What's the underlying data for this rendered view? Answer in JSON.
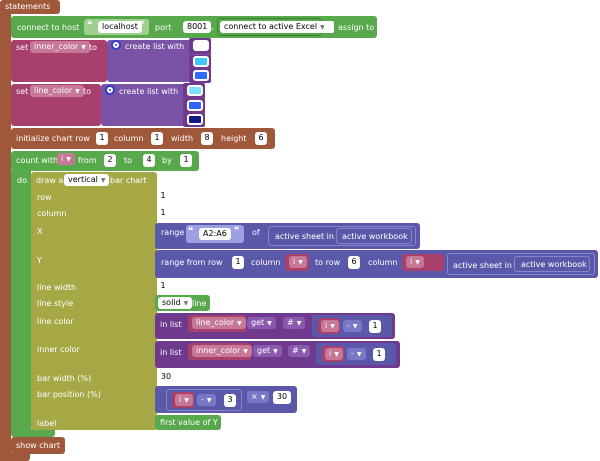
{
  "statements_label": "statements",
  "connect": {
    "label": "connect to host",
    "host_value": "localhost",
    "port_label": "port",
    "port_value": "8001",
    "comma": ",",
    "excel_option": "connect to active Excel",
    "assign_label": "assign to"
  },
  "set_inner": {
    "set_label": "set",
    "var": "inner_color",
    "to_label": "to",
    "create_list": "create list with",
    "colors": [
      "#ffffff",
      "#3fc8ff",
      "#2f6cff"
    ]
  },
  "set_line": {
    "set_label": "set",
    "var": "line_color",
    "to_label": "to",
    "create_list": "create list with",
    "colors": [
      "#7fdfff",
      "#2f62ff",
      "#101a86"
    ]
  },
  "init_chart": {
    "label": "initialize chart row",
    "row": "1",
    "column_label": "column",
    "column": "1",
    "width_label": "width",
    "width": "8",
    "height_label": "height",
    "height": "6"
  },
  "count": {
    "label": "count with",
    "var": "i",
    "from_label": "from",
    "from": "2",
    "to_label": "to",
    "to": "4",
    "by_label": "by",
    "by": "1",
    "do_label": "do"
  },
  "bar_chart": {
    "draw_label": "draw a",
    "orientation": "vertical",
    "bar_chart_label": "bar  chart",
    "row_label": "row",
    "row": "1",
    "column_label": "column",
    "column": "1",
    "x_label": "X",
    "x_range_label": "range",
    "x_range": "A2:A6",
    "of_label": "of",
    "active_sheet": "active sheet in",
    "active_workbook": "active workbook",
    "y_label": "Y",
    "y_range_label": "range  from row",
    "y_from_row": "1",
    "y_column_label": "column",
    "y_to_row_label": "to row",
    "y_to_row": "6",
    "y_column2_label": "column",
    "line_width_label": "line width",
    "line_width": "1",
    "line_style_label": "line style",
    "line_style": "solid",
    "line_word": "line",
    "line_color_label": "line color",
    "in_list": "in list",
    "line_color_var": "line_color",
    "get": "get",
    "hash": "#",
    "minus": "-",
    "one": "1",
    "inner_color_label": "inner color",
    "inner_color_var": "inner_color",
    "bar_width_label": "bar width (%)",
    "bar_width": "30",
    "bar_position_label": "bar position (%)",
    "bar_pos_n": "3",
    "times": "×",
    "bar_pos_mult": "30",
    "label_label": "label",
    "label_value": "first value of Y"
  },
  "show_chart": "show chart",
  "var_i": "i"
}
